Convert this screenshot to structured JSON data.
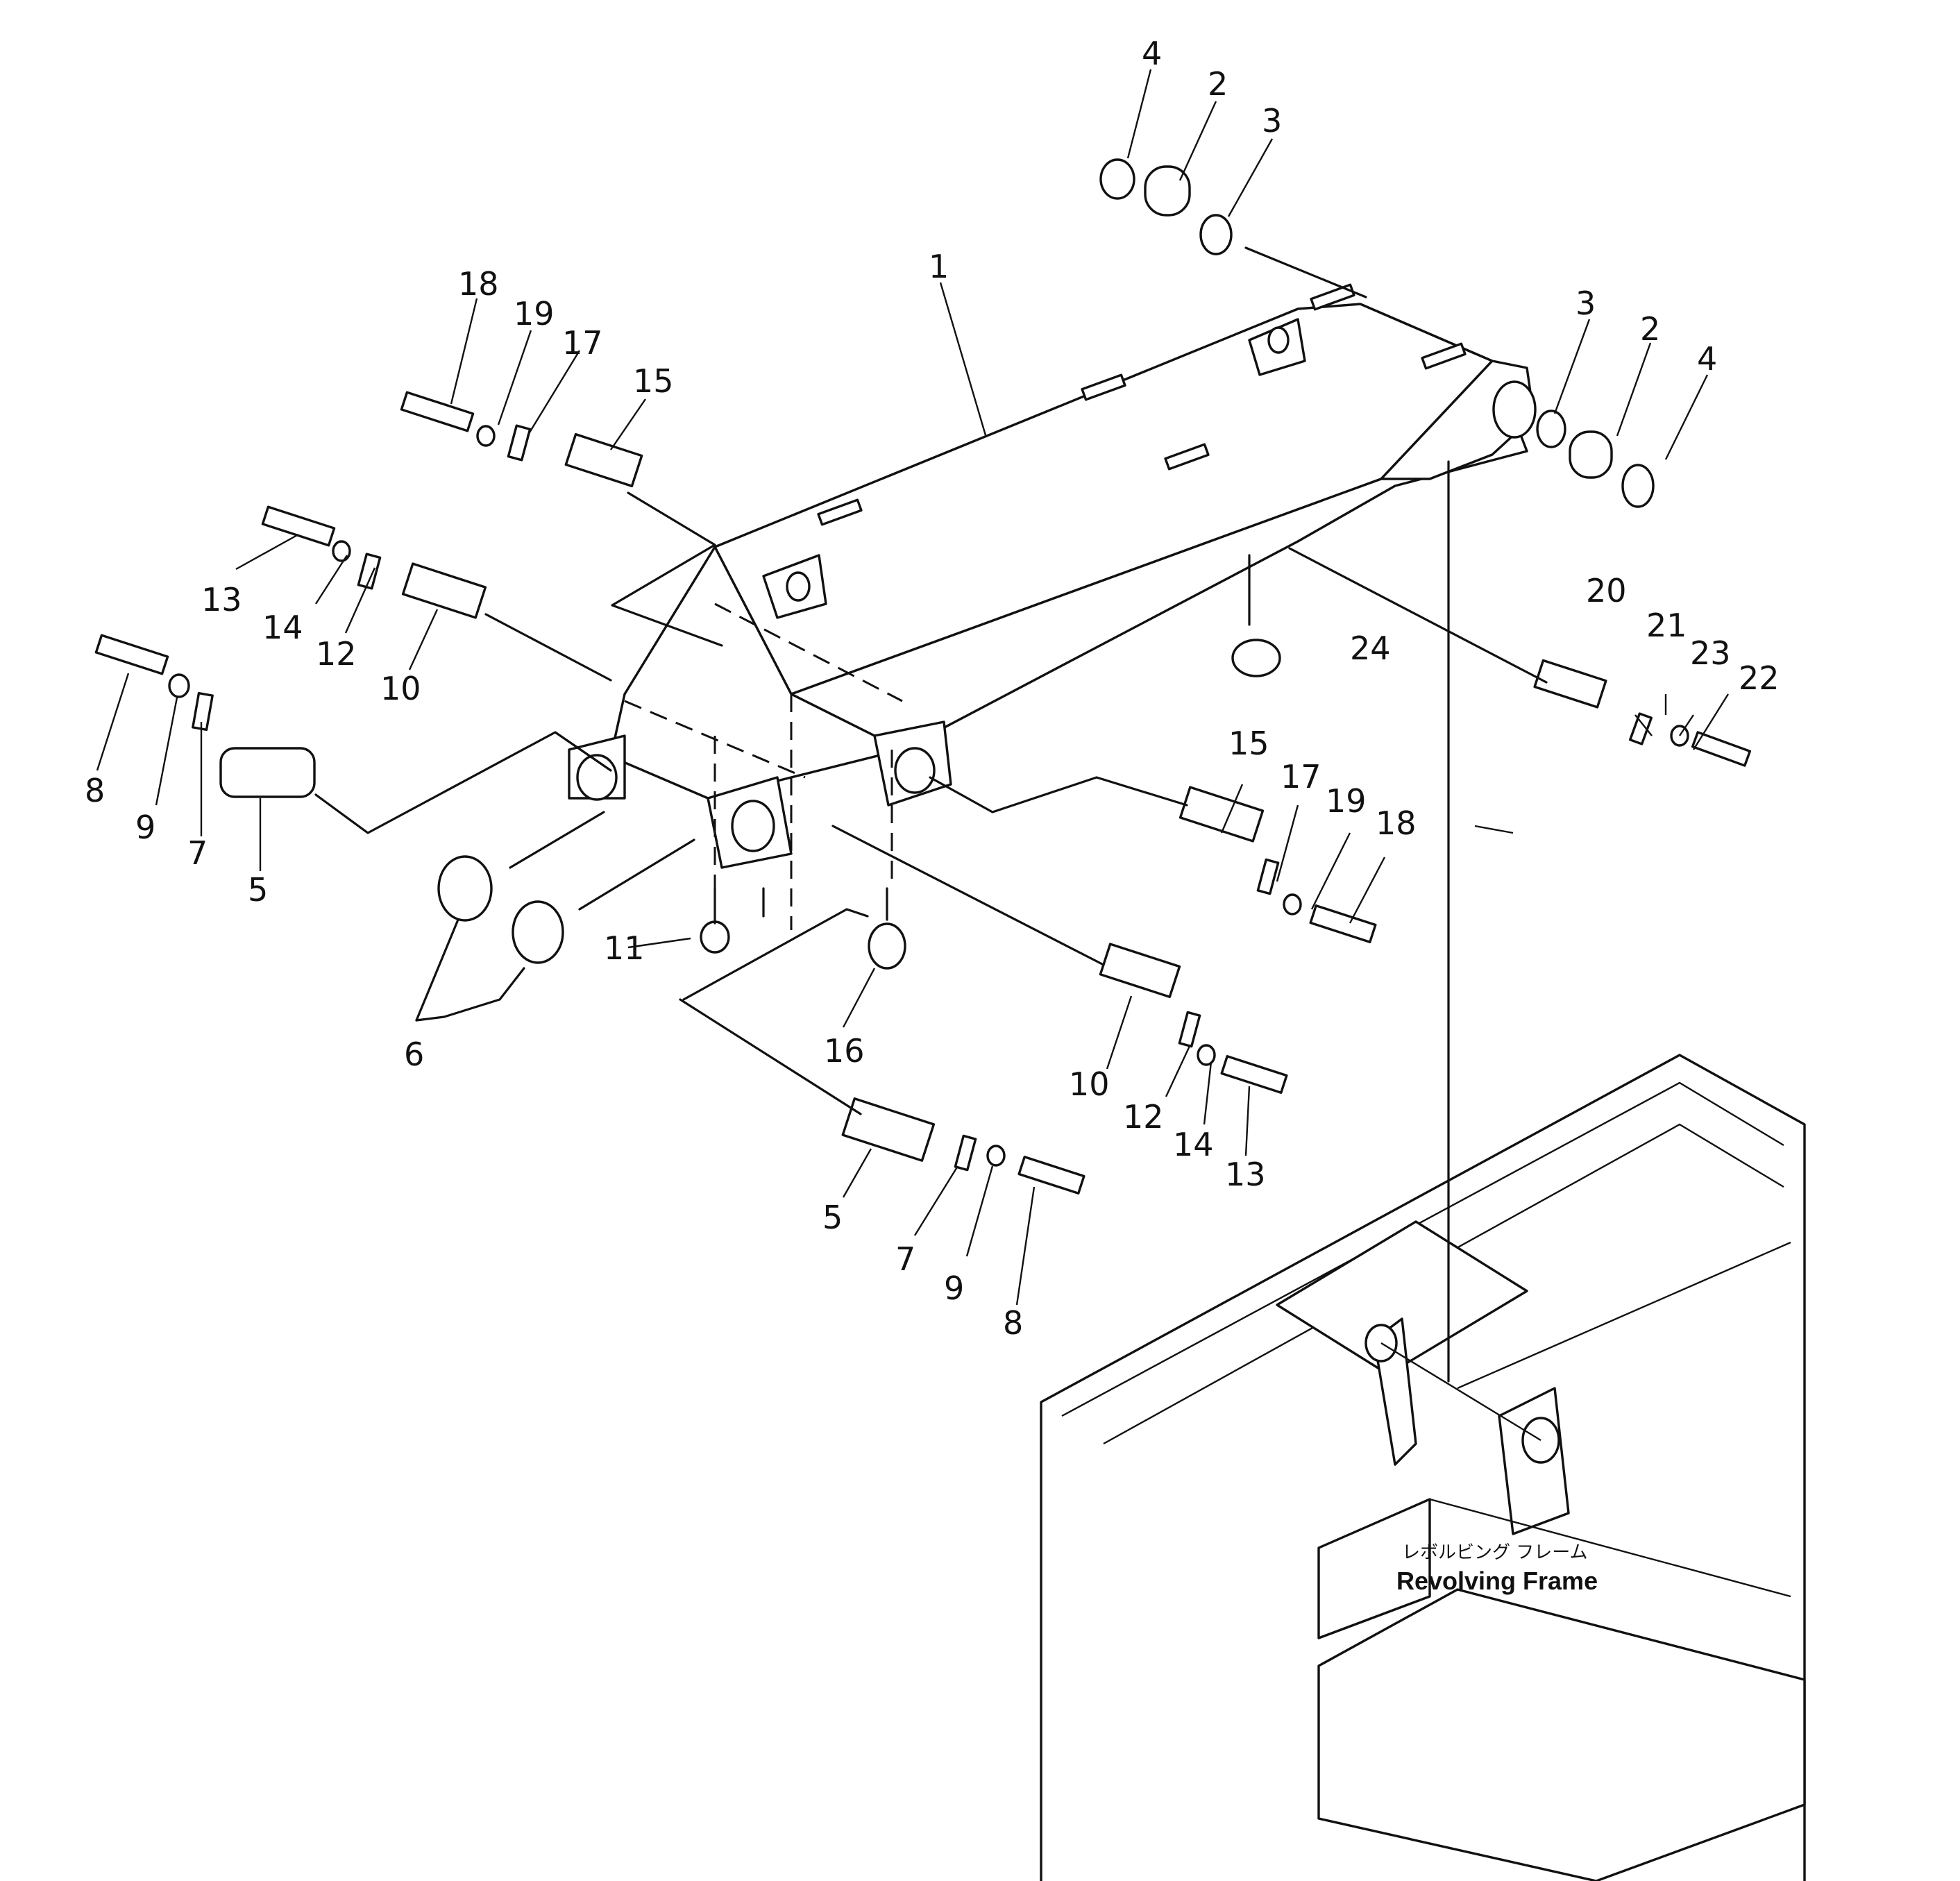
{
  "diagram": {
    "frame_label_jp": "レボルビング フレーム",
    "frame_label_en": "Revolving Frame",
    "callouts": {
      "c1": "1",
      "c2a": "2",
      "c2b": "2",
      "c3a": "3",
      "c3b": "3",
      "c4a": "4",
      "c4b": "4",
      "c5a": "5",
      "c5b": "5",
      "c6": "6",
      "c7a": "7",
      "c7b": "7",
      "c8a": "8",
      "c8b": "8",
      "c9a": "9",
      "c9b": "9",
      "c10a": "10",
      "c10b": "10",
      "c11": "11",
      "c12a": "12",
      "c12b": "12",
      "c13a": "13",
      "c13b": "13",
      "c14a": "14",
      "c14b": "14",
      "c15a": "15",
      "c15b": "15",
      "c16": "16",
      "c17a": "17",
      "c17b": "17",
      "c18a": "18",
      "c18b": "18",
      "c19a": "19",
      "c19b": "19",
      "c20": "20",
      "c21": "21",
      "c22": "22",
      "c23": "23",
      "c24": "24"
    }
  }
}
